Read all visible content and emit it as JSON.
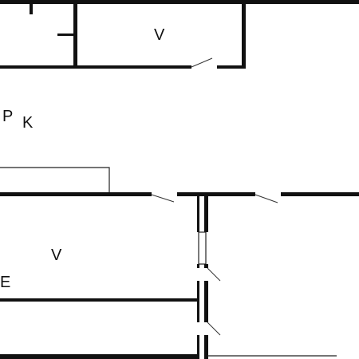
{
  "floor_plan": {
    "rooms": [
      {
        "id": "top-storage",
        "label": "V"
      },
      {
        "id": "hall",
        "label": "P"
      },
      {
        "id": "kitchen",
        "label": "K"
      },
      {
        "id": "lower-storage",
        "label": "V"
      },
      {
        "id": "entry",
        "label": "E"
      }
    ]
  },
  "colors": {
    "wall": "#111111",
    "background": "#ffffff"
  }
}
